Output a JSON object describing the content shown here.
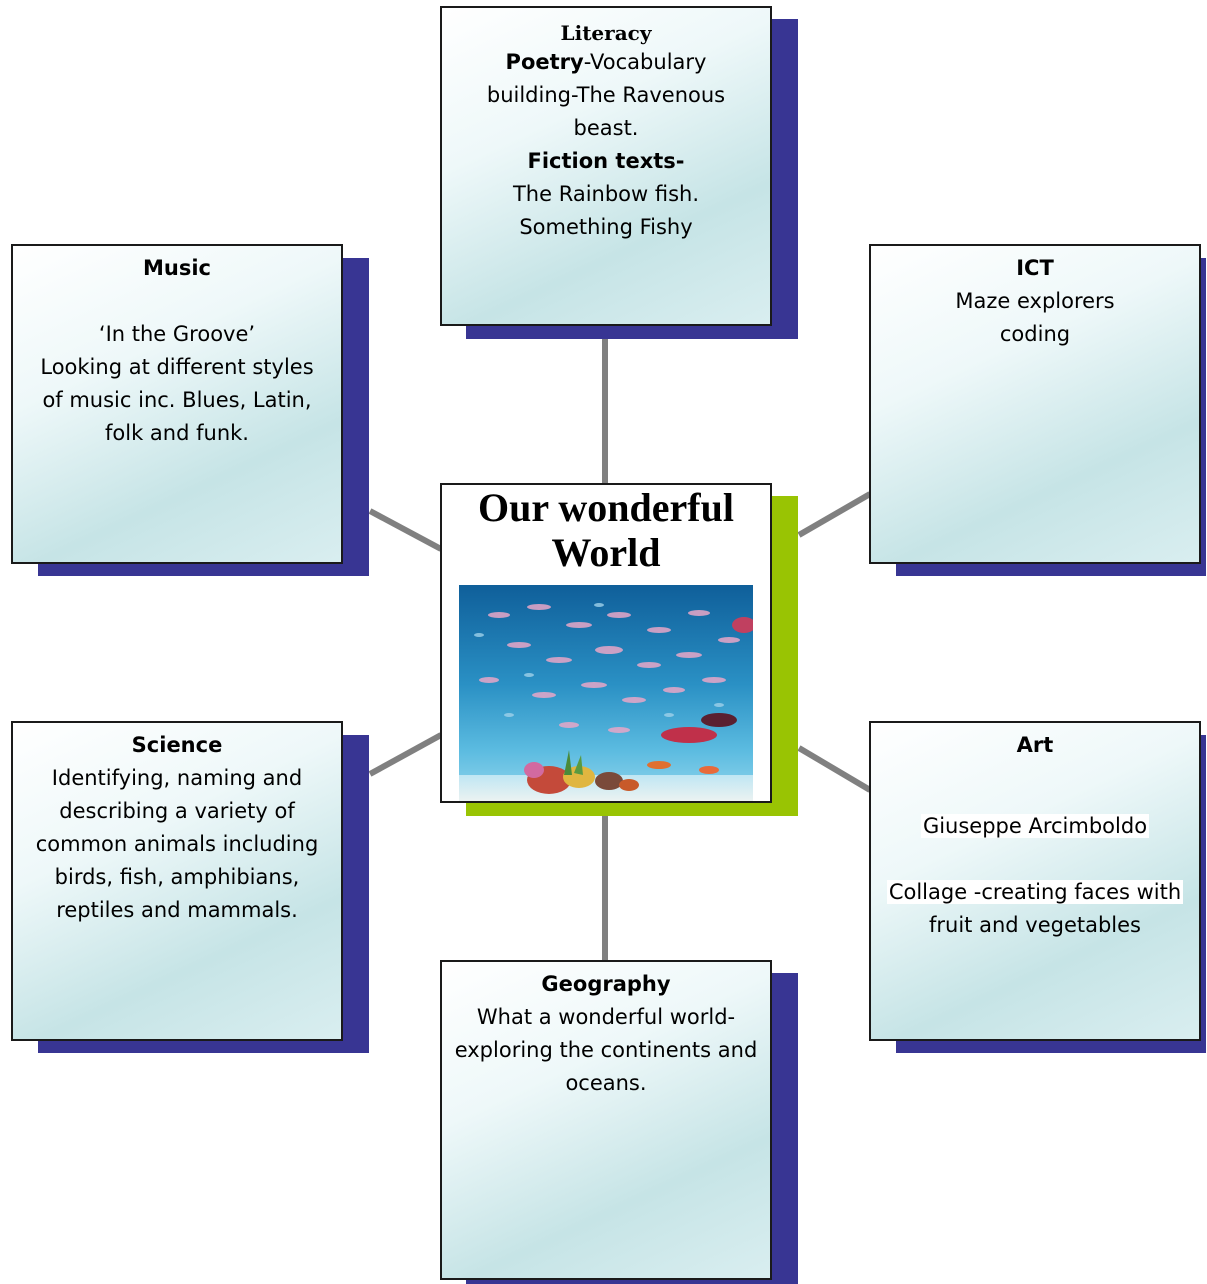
{
  "center": {
    "title_line1": "Our wonderful",
    "title_line2": "World",
    "image_label": "underwater-reef-fish-photo"
  },
  "literacy": {
    "heading": "Literacy",
    "poetry_label": "Poetry",
    "poetry_text_1": "-Vocabulary",
    "poetry_text_2": "building-The Ravenous",
    "poetry_text_3": "beast.",
    "fiction_label": "Fiction texts-",
    "fiction_text_1": "The Rainbow fish.",
    "fiction_text_2": "Something Fishy"
  },
  "music": {
    "heading": "Music",
    "line1": "‘In the Groove’",
    "line2": "Looking at different styles",
    "line3": "of music inc. Blues, Latin,",
    "line4": "folk and funk."
  },
  "ict": {
    "heading": "ICT",
    "line1": "Maze explorers",
    "line2": "coding"
  },
  "science": {
    "heading": "Science",
    "line1": "Identifying, naming and",
    "line2": "describing a variety of",
    "line3": "common animals including",
    "line4": "birds, fish, amphibians,",
    "line5": "reptiles and mammals."
  },
  "art": {
    "heading": "Art",
    "line1": "Giuseppe Arcimboldo",
    "line2": "Collage -creating faces with",
    "line3": "fruit and vegetables"
  },
  "geography": {
    "heading": "Geography",
    "line1": "What a wonderful world-",
    "line2": "exploring the continents and",
    "line3": "oceans."
  },
  "colors": {
    "shadow": "#383593",
    "center_shadow": "#99c403",
    "connector": "#808080",
    "card_gradient_end": "#c6e4e6"
  }
}
